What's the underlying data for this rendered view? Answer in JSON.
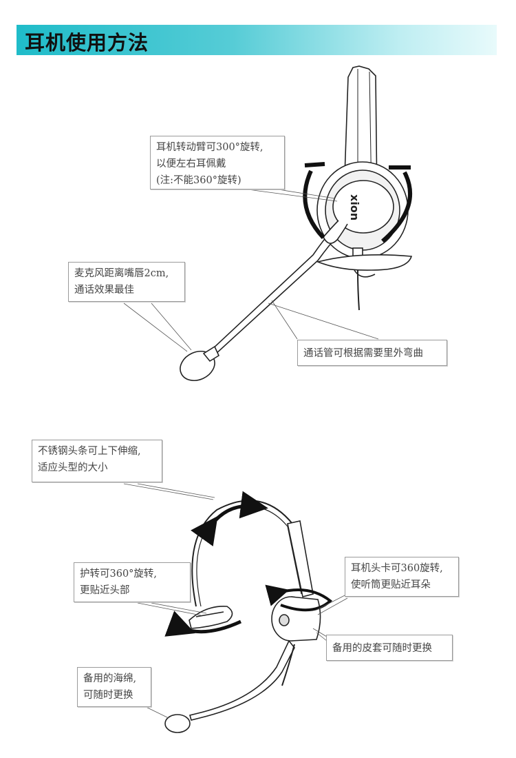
{
  "header": {
    "title": "耳机使用方法"
  },
  "callouts": {
    "rotation_arm": {
      "line1": "耳机转动臂可300°旋转,",
      "line2": "以便左右耳佩戴",
      "line3": "(注:不能360°旋转)"
    },
    "mic_distance": {
      "line1": "麦克风距离嘴唇2cm,",
      "line2": "通话效果最佳"
    },
    "boom_bend": {
      "line1": "通话管可根据需要里外弯曲"
    },
    "headband": {
      "line1": "不锈钢头条可上下伸缩,",
      "line2": "适应头型的大小"
    },
    "guard_rotate": {
      "line1": "护转可360°旋转,",
      "line2": "更贴近头部"
    },
    "clip_rotate": {
      "line1": "耳机头卡可360旋转,",
      "line2": "使听筒更贴近耳朵"
    },
    "leather_cover": {
      "line1": "备用的皮套可随时更换"
    },
    "sponge": {
      "line1": "备用的海绵,",
      "line2": "可随时更换"
    }
  },
  "product": {
    "logo": "xion"
  }
}
